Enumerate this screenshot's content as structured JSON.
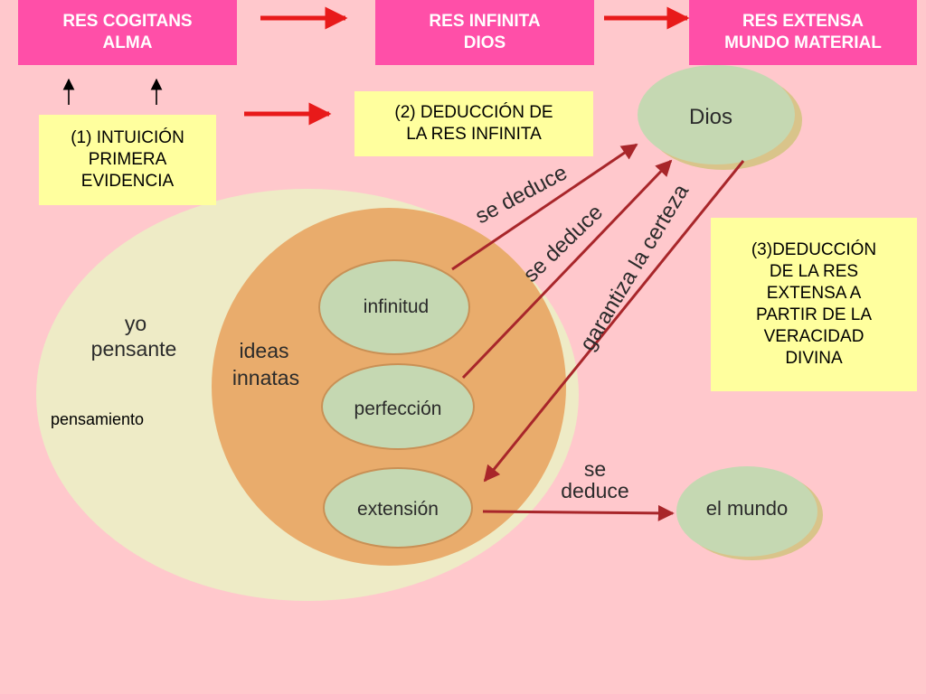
{
  "header_boxes": {
    "res_cogitans": "RES COGITANS\nALMA",
    "res_infinita": "RES  INFINITA\nDIOS",
    "res_extensa": "RES EXTENSA\nMUNDO MATERIAL"
  },
  "notes": {
    "intuicion": "(1) INTUICIÓN\nPRIMERA\nEVIDENCIA",
    "deduccion_infinita": "(2) DEDUCCIÓN DE\nLA RES INFINITA",
    "deduccion_extensa": "(3)DEDUCCIÓN\nDE LA RES\nEXTENSA A\nPARTIR DE LA\nVERACIDAD\nDIVINA"
  },
  "diagram": {
    "dios": "Dios",
    "yo": "yo",
    "pensante": "pensante",
    "pensamiento": "pensamiento",
    "ideas": "ideas",
    "innatas": "innatas",
    "infinitud": "infinitud",
    "perfeccion": "perfección",
    "extension": "extensión",
    "el_mundo": "el mundo",
    "se_deduce_1": "se deduce",
    "se_deduce_2": "se deduce",
    "garantiza": "garantiza la certeza",
    "se": "se",
    "deduce": "deduce"
  },
  "colors": {
    "background": "#ffc8cc",
    "pink_box": "#ff4fa8",
    "yellow_box": "#ffff9e",
    "red_arrow": "#e81a1a",
    "dark_red_arrow": "#a8262a",
    "cream": "#eeebc6",
    "orange": "#e9ac6c",
    "green": "#c5d8b2"
  }
}
